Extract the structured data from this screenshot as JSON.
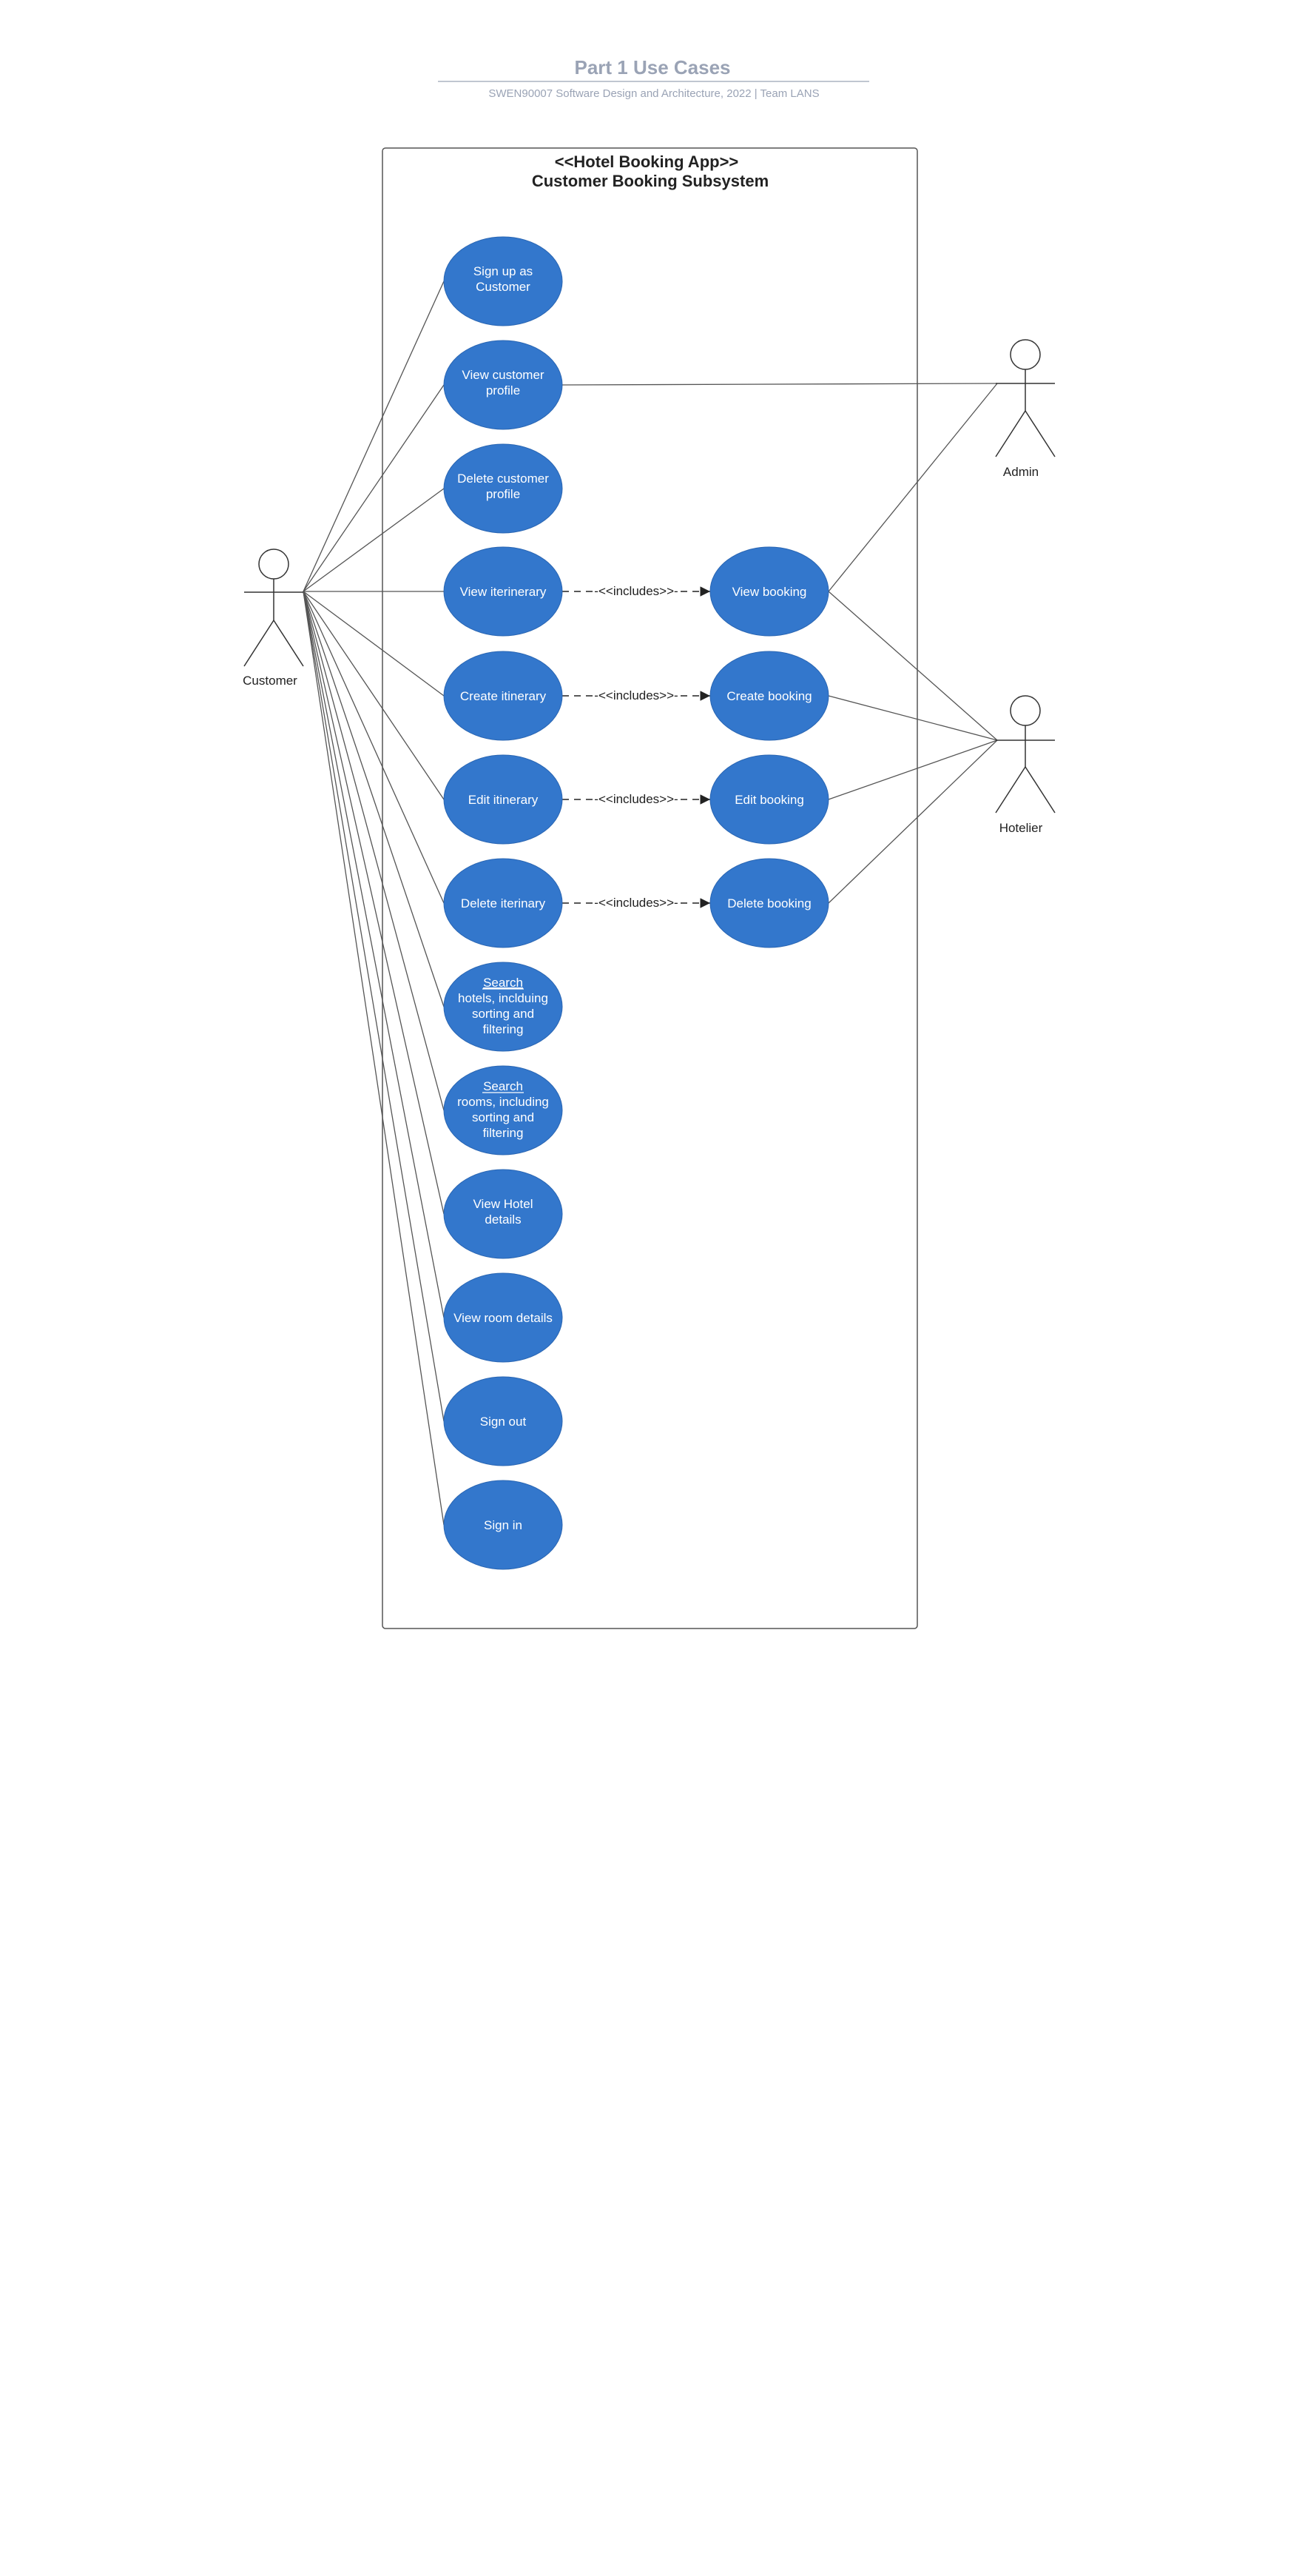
{
  "header": {
    "title": "Part 1 Use Cases",
    "subtitle": "SWEN90007 Software Design and Architecture, 2022 | Team LANS"
  },
  "system": {
    "stereotype": "<<Hotel Booking App>>",
    "name": "Customer Booking Subsystem"
  },
  "colors": {
    "usecase_fill": "#3377cc",
    "title_gray": "#9aa3b5",
    "line": "#555555"
  },
  "actors": {
    "customer": "Customer",
    "admin": "Admin",
    "hotelier": "Hotelier"
  },
  "use_cases": {
    "sign_up": [
      "Sign up as",
      "Customer"
    ],
    "view_profile": [
      "View customer",
      "profile"
    ],
    "delete_profile": [
      "Delete customer",
      "profile"
    ],
    "view_itinerary": [
      "View iterinerary"
    ],
    "create_itinerary": [
      "Create itinerary"
    ],
    "edit_itinerary": [
      "Edit itinerary"
    ],
    "delete_itinerary": [
      "Delete iterinary"
    ],
    "search_hotels": [
      "Search",
      "hotels, inclduing",
      "sorting and",
      "filtering"
    ],
    "search_rooms": [
      "Search",
      "rooms, including",
      "sorting and",
      "filtering"
    ],
    "view_hotel": [
      "View Hotel",
      "details"
    ],
    "view_room": [
      "View room details"
    ],
    "sign_out": [
      "Sign out"
    ],
    "sign_in": [
      "Sign in"
    ],
    "view_booking": [
      "View booking"
    ],
    "create_booking": [
      "Create booking"
    ],
    "edit_booking": [
      "Edit booking"
    ],
    "delete_booking": [
      "Delete booking"
    ]
  },
  "relationships": {
    "includes_label": "-<<includes>>-"
  }
}
